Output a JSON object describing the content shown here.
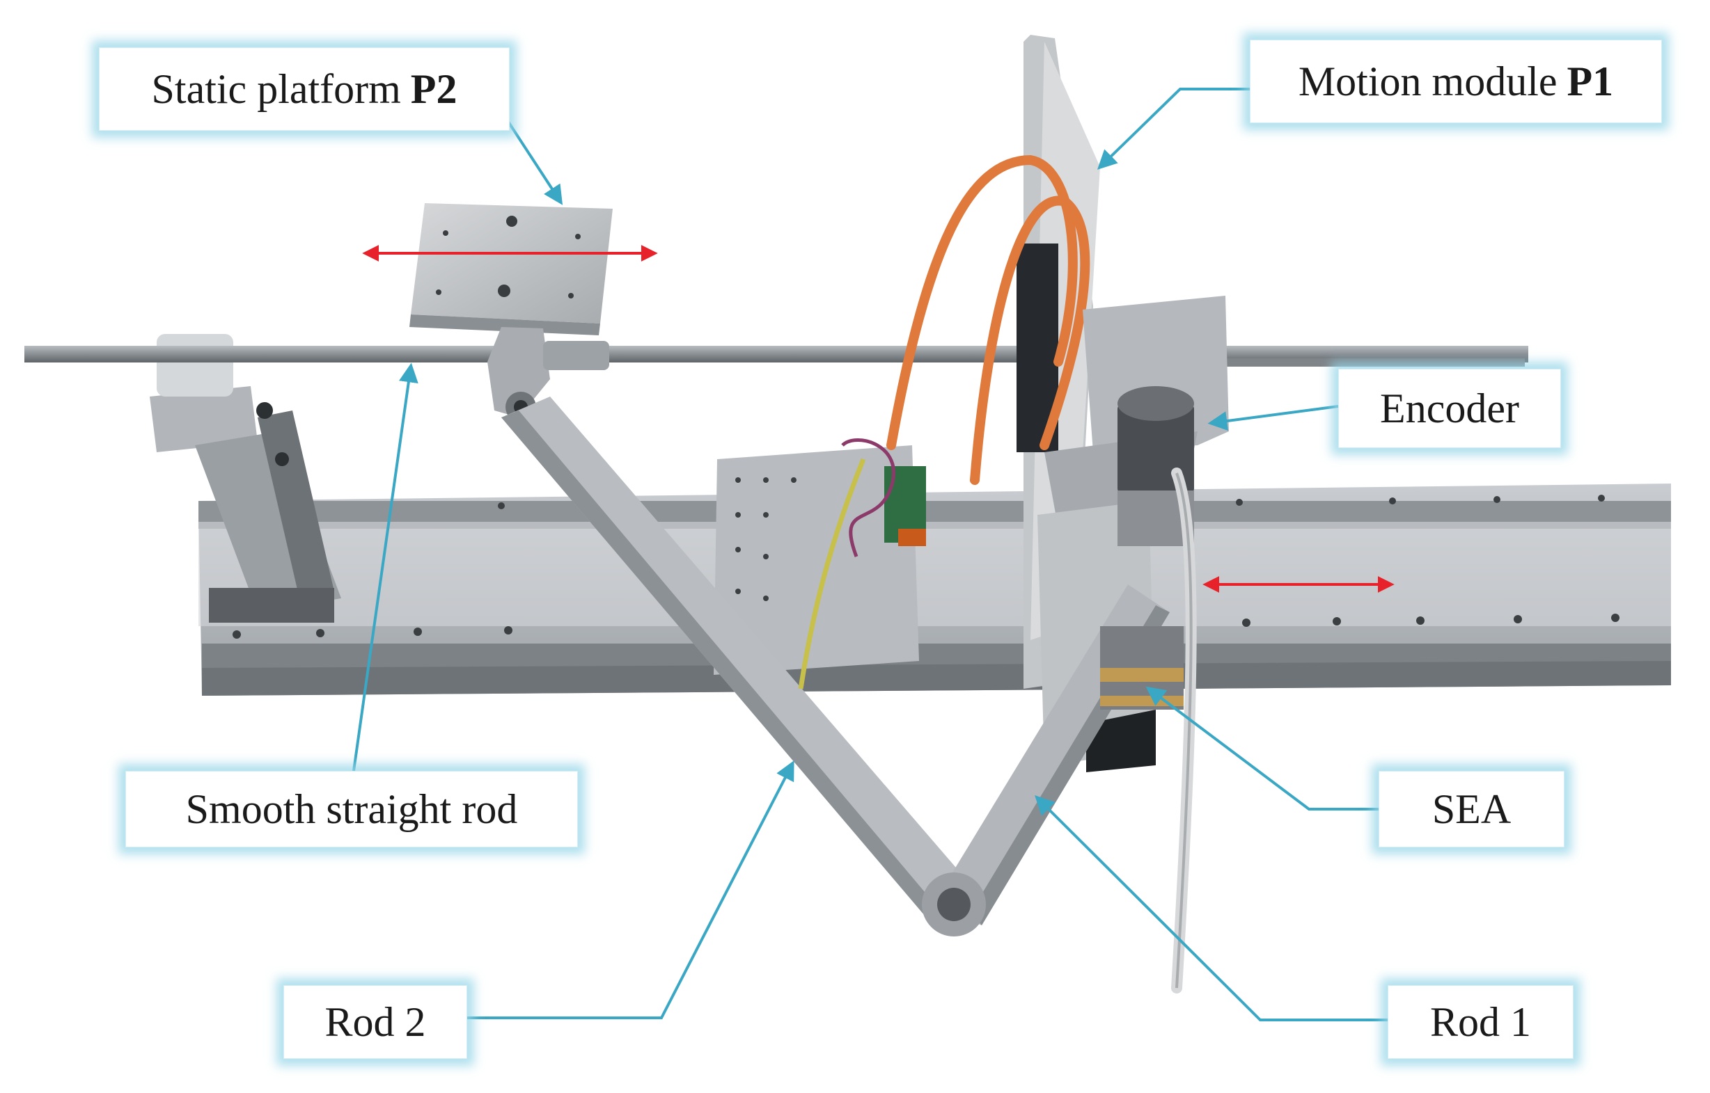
{
  "labels": {
    "static_platform": {
      "text": "Static platform",
      "bold": "P2"
    },
    "motion_module": {
      "text": "Motion module",
      "bold": "P1"
    },
    "encoder": "Encoder",
    "smooth_rod": "Smooth straight rod",
    "sea": "SEA",
    "rod2": "Rod 2",
    "rod1": "Rod 1"
  },
  "colors": {
    "leader_line": "#3aa7c4",
    "motion_arrow": "#e8222a",
    "label_glow": "#96d6e8"
  }
}
